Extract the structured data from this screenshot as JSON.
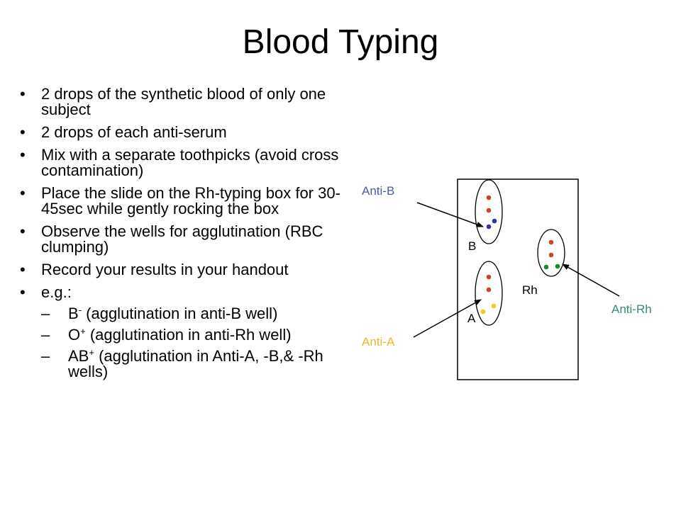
{
  "title": "Blood Typing",
  "bullets": [
    "2 drops of the synthetic blood of only one subject",
    "2 drops of each anti-serum",
    "Mix with a separate toothpicks (avoid cross contamination)",
    "Place the slide on the Rh-typing box for 30-45sec while gently rocking the box",
    "Observe the wells for agglutination (RBC clumping)",
    "Record your results in your handout",
    "e.g.:"
  ],
  "examples": [
    {
      "type": "B",
      "sign": "-",
      "note": " (agglutination in anti-B well)"
    },
    {
      "type": "O",
      "sign": "+",
      "note": " (agglutination in anti-Rh well)"
    },
    {
      "type": "AB",
      "sign": "+",
      "note": " (agglutination in Anti-A, -B,& -Rh wells)"
    }
  ],
  "diagram": {
    "anti_b_label": "Anti-B",
    "anti_a_label": "Anti-A",
    "anti_rh_label": "Anti-Rh",
    "well_b_label": "B",
    "well_a_label": "A",
    "well_rh_label": "Rh",
    "colors": {
      "serum_label": "#4a5ca8",
      "anti_a_label": "#e8b830",
      "anti_rh_label": "#3a8a7a",
      "blood_dot": "#cc4422",
      "anti_b_dot": "#2a3a9a",
      "anti_a_dot": "#f0cc20",
      "anti_rh_dot": "#1a8a2a"
    }
  }
}
